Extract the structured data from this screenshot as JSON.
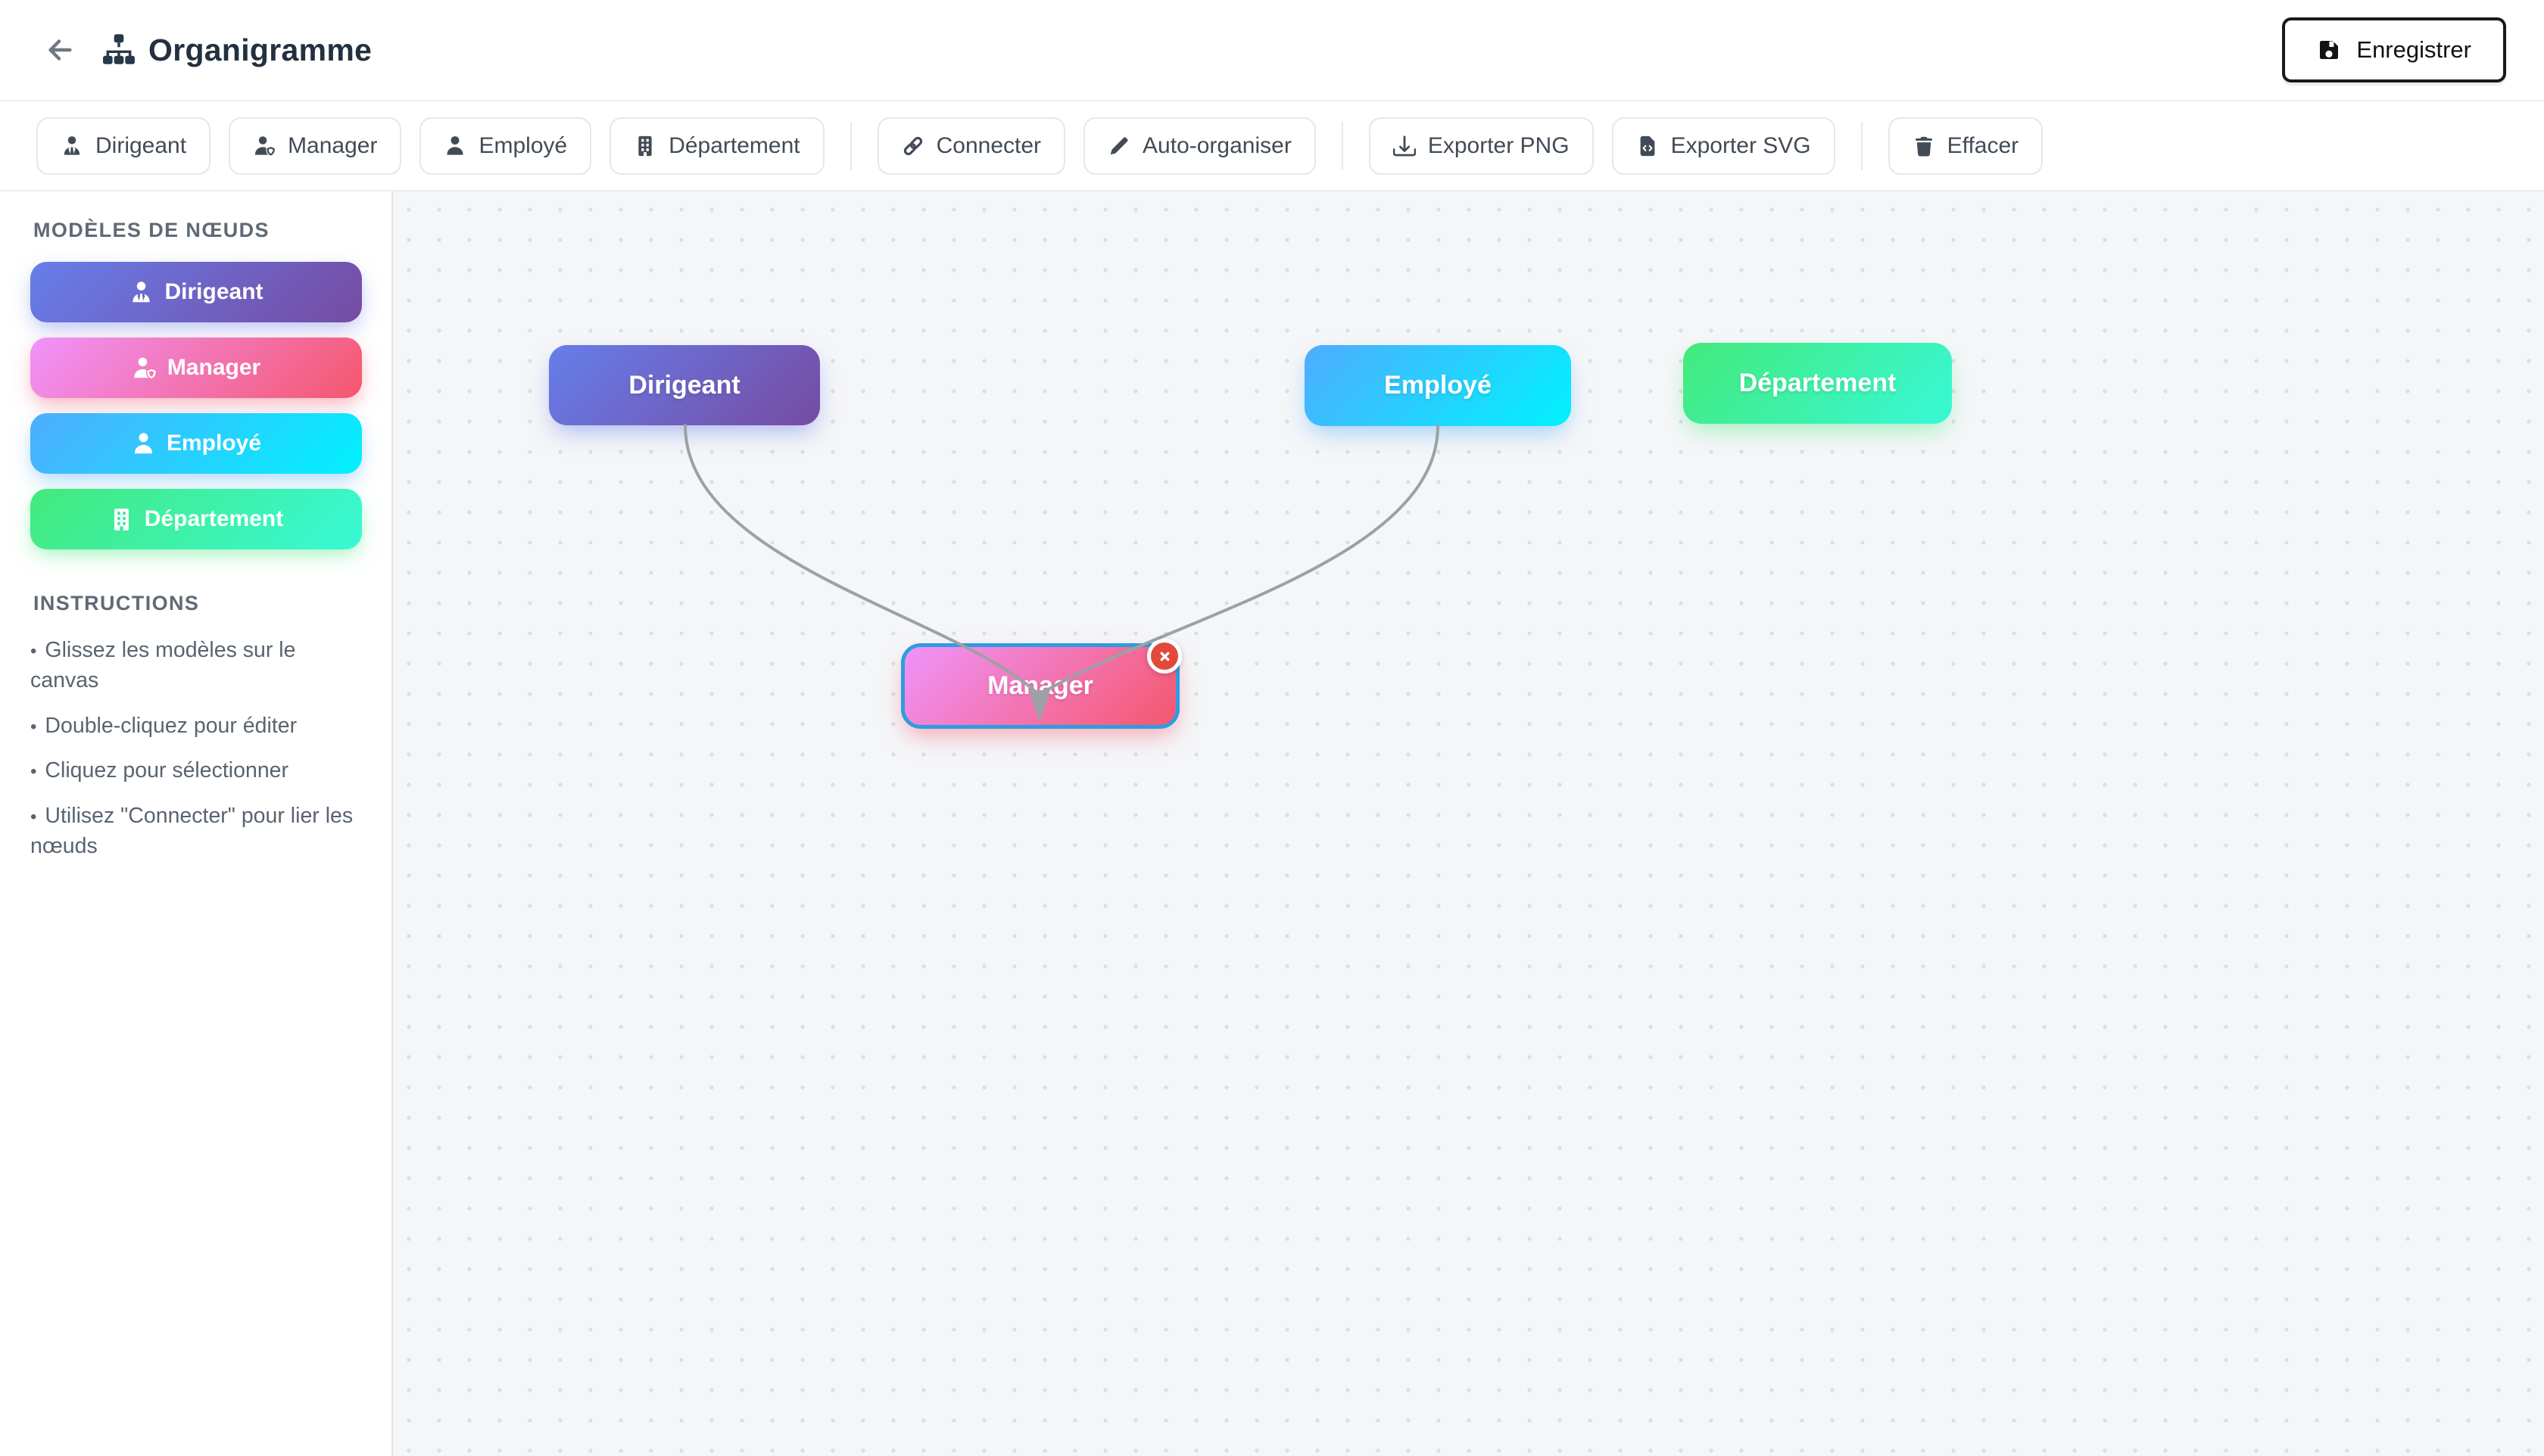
{
  "header": {
    "title": "Organigramme",
    "save_button": "Enregistrer"
  },
  "toolbar": {
    "buttons": [
      {
        "label": "Dirigeant",
        "icon": "person-tie"
      },
      {
        "label": "Manager",
        "icon": "person-shield"
      },
      {
        "label": "Employé",
        "icon": "person"
      },
      {
        "label": "Département",
        "icon": "building"
      },
      {
        "label": "Connecter",
        "icon": "link"
      },
      {
        "label": "Auto-organiser",
        "icon": "pencil"
      },
      {
        "label": "Exporter PNG",
        "icon": "download"
      },
      {
        "label": "Exporter SVG",
        "icon": "file-code"
      },
      {
        "label": "Effacer",
        "icon": "trash"
      }
    ]
  },
  "sidebar": {
    "templates_heading": "MODÈLES DE NŒUDS",
    "bullet_char": "•",
    "templates": [
      {
        "label": "Dirigeant",
        "gradient": {
          "from": "#667eea",
          "to": "#764ba2"
        }
      },
      {
        "label": "Manager",
        "gradient": {
          "from": "#f093fb",
          "to": "#f5576c"
        }
      },
      {
        "label": "Employé",
        "gradient": {
          "from": "#4facfe",
          "to": "#00f2fe"
        }
      },
      {
        "label": "Département",
        "gradient": {
          "from": "#43e97b",
          "to": "#38f9d7"
        }
      }
    ],
    "instructions_heading": "INSTRUCTIONS",
    "instructions": [
      "Glissez les modèles sur le canvas",
      "Double-cliquez pour éditer",
      "Cliquez pour sélectionner",
      "Utilisez \"Connecter\" pour lier les nœuds"
    ]
  },
  "canvas": {
    "nodes": [
      {
        "label": "Dirigeant",
        "gradient": {
          "from": "#667eea",
          "to": "#764ba2"
        },
        "selected": false
      },
      {
        "label": "Employé",
        "gradient": {
          "from": "#4facfe",
          "to": "#00f2fe"
        },
        "selected": false
      },
      {
        "label": "Département",
        "gradient": {
          "from": "#43e97b",
          "to": "#38f9d7"
        },
        "selected": false
      },
      {
        "label": "Manager",
        "gradient": {
          "from": "#f093fb",
          "to": "#f5576c"
        },
        "selected": true
      }
    ],
    "edges": [
      {
        "from": "Dirigeant",
        "to": "Manager"
      },
      {
        "from": "Employé",
        "to": "Manager"
      }
    ],
    "selection_color": "#2e9ce0",
    "edge_color": "#9aa2a6",
    "delete_button_color": "#e2493b"
  }
}
